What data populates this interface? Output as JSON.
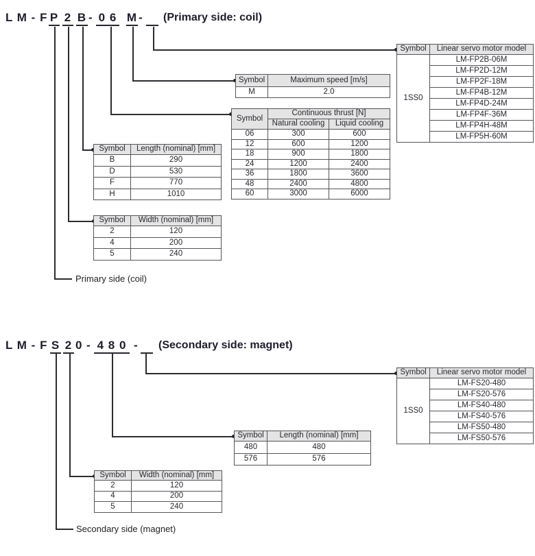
{
  "primary": {
    "title": {
      "segments": [
        {
          "text": "L M - F"
        },
        {
          "text": "P"
        },
        {
          "text": "2"
        },
        {
          "text": "B"
        },
        {
          "text": "-"
        },
        {
          "text": "0 6"
        },
        {
          "text": "M"
        },
        {
          "text": "-"
        },
        {
          "text": ""
        }
      ],
      "caption": "(Primary side: coil)"
    },
    "branch_label": "Primary side (coil)",
    "model_table": {
      "headers": [
        "Symbol",
        "Linear servo motor model"
      ],
      "symbol": "1SS0",
      "models": [
        "LM-FP2B-06M",
        "LM-FP2D-12M",
        "LM-FP2F-18M",
        "LM-FP4B-12M",
        "LM-FP4D-24M",
        "LM-FP4F-36M",
        "LM-FP4H-48M",
        "LM-FP5H-60M"
      ]
    },
    "speed_table": {
      "headers": [
        "Symbol",
        "Maximum speed [m/s]"
      ],
      "rows": [
        [
          "M",
          "2.0"
        ]
      ]
    },
    "thrust_table": {
      "header_symbol": "Symbol",
      "header_group": "Continuous thrust [N]",
      "subheaders": [
        "Natural cooling",
        "Liquid cooling"
      ],
      "rows": [
        [
          "06",
          "300",
          "600"
        ],
        [
          "12",
          "600",
          "1200"
        ],
        [
          "18",
          "900",
          "1800"
        ],
        [
          "24",
          "1200",
          "2400"
        ],
        [
          "36",
          "1800",
          "3600"
        ],
        [
          "48",
          "2400",
          "4800"
        ],
        [
          "60",
          "3000",
          "6000"
        ]
      ]
    },
    "length_table": {
      "headers": [
        "Symbol",
        "Length (nominal) [mm]"
      ],
      "rows": [
        [
          "B",
          "290"
        ],
        [
          "D",
          "530"
        ],
        [
          "F",
          "770"
        ],
        [
          "H",
          "1010"
        ]
      ]
    },
    "width_table": {
      "headers": [
        "Symbol",
        "Width (nominal) [mm]"
      ],
      "rows": [
        [
          "2",
          "120"
        ],
        [
          "4",
          "200"
        ],
        [
          "5",
          "240"
        ]
      ]
    }
  },
  "secondary": {
    "title": {
      "segments": [
        {
          "text": "L M - F"
        },
        {
          "text": "S"
        },
        {
          "text": "2"
        },
        {
          "text": "0"
        },
        {
          "text": "-"
        },
        {
          "text": "4 8 0"
        },
        {
          "text": "-"
        },
        {
          "text": ""
        }
      ],
      "caption": "(Secondary side: magnet)"
    },
    "branch_label": "Secondary side (magnet)",
    "model_table": {
      "headers": [
        "Symbol",
        "Linear servo motor model"
      ],
      "symbol": "1SS0",
      "models": [
        "LM-FS20-480",
        "LM-FS20-576",
        "LM-FS40-480",
        "LM-FS40-576",
        "LM-FS50-480",
        "LM-FS50-576"
      ]
    },
    "length_table": {
      "headers": [
        "Symbol",
        "Length (nominal) [mm]"
      ],
      "rows": [
        [
          "480",
          "480"
        ],
        [
          "576",
          "576"
        ]
      ]
    },
    "width_table": {
      "headers": [
        "Symbol",
        "Width (nominal) [mm]"
      ],
      "rows": [
        [
          "2",
          "120"
        ],
        [
          "4",
          "200"
        ],
        [
          "5",
          "240"
        ]
      ]
    }
  },
  "colors": {
    "header_bg": "#e4e4e4",
    "table_border": "#54545a",
    "text": "#27272f",
    "line": "#2b2b30"
  }
}
